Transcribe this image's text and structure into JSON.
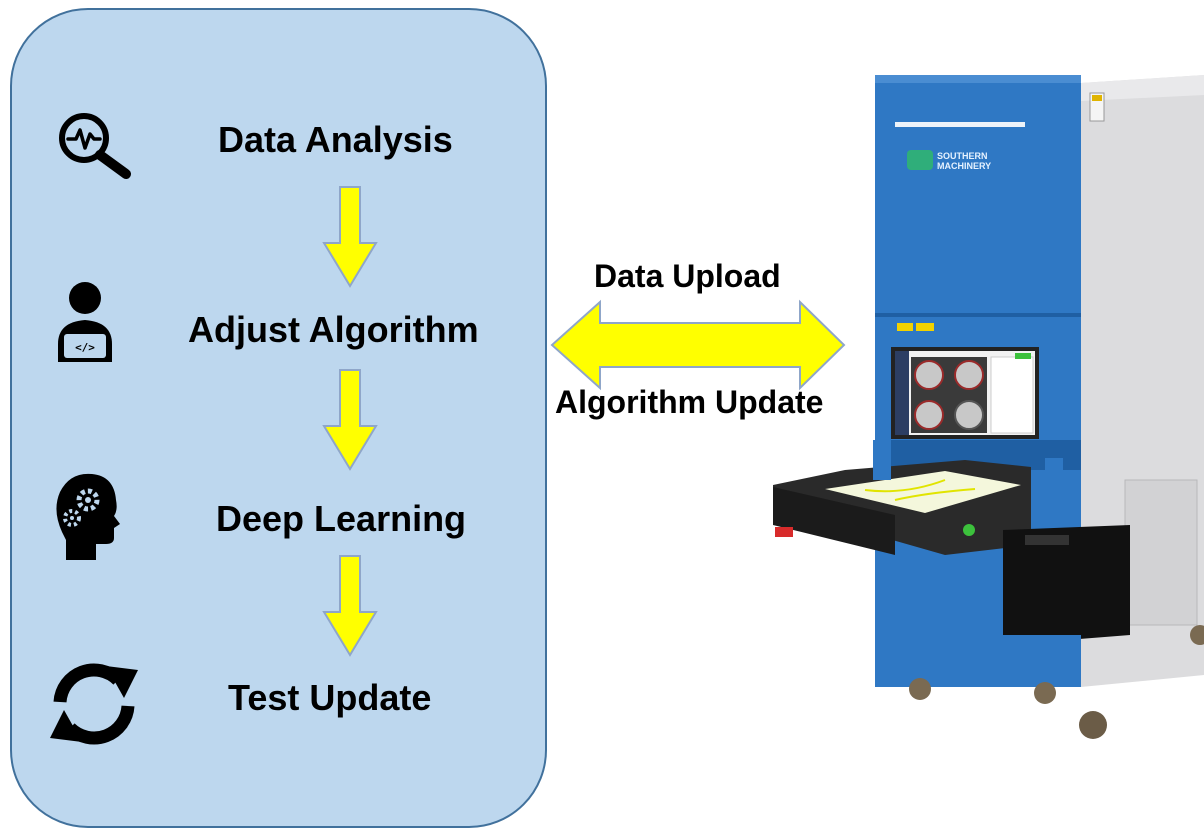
{
  "workflow": {
    "steps": [
      {
        "label": "Data Analysis",
        "icon": "analysis-magnifier-icon"
      },
      {
        "label": "Adjust Algorithm",
        "icon": "developer-laptop-icon"
      },
      {
        "label": "Deep Learning",
        "icon": "ai-head-gears-icon"
      },
      {
        "label": "Test Update",
        "icon": "refresh-sync-icon"
      }
    ]
  },
  "link": {
    "upload_label": "Data Upload",
    "update_label": "Algorithm Update"
  },
  "machine": {
    "brand_logo_text_1": "SOUTHERN",
    "brand_logo_text_2": "MACHINERY"
  },
  "colors": {
    "panel_fill": "#bdd7ee",
    "panel_border": "#41719c",
    "arrow_fill": "#ffff00",
    "arrow_outline": "#8fa6c9",
    "machine_blue": "#2f78c4",
    "machine_gray": "#dcdcde"
  }
}
